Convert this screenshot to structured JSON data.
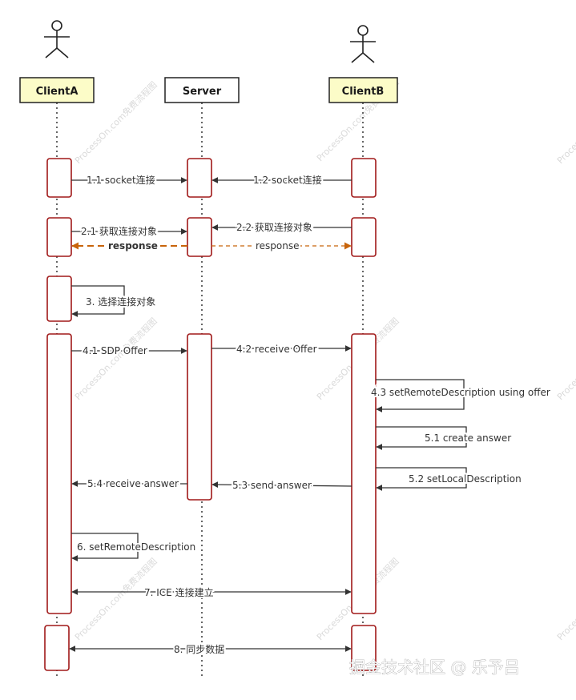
{
  "actors": {
    "a": {
      "label": "ClientA"
    },
    "s": {
      "label": "Server"
    },
    "b": {
      "label": "ClientB"
    }
  },
  "messages": {
    "m1_1": "1.1 socket连接",
    "m1_2": "1.2 socket连接",
    "m2_1": "2.1 获取连接对象",
    "m2_2": "2.2 获取连接对象",
    "resp_a": "response",
    "resp_b": "response",
    "m3": "3. 选择连接对象",
    "m4_1": "4.1 SDP Offer",
    "m4_2": "4.2 receive Offer",
    "m4_3": "4.3 setRemoteDescription using offer",
    "m5_1": "5.1 create answer",
    "m5_2": "5.2 setLocalDescription",
    "m5_3": "5.3 send answer",
    "m5_4": "5.4 receive answer",
    "m6": "6. setRemoteDescription",
    "m7": "7. ICE 连接建立",
    "m8": "8. 同步数据"
  },
  "watermark": "ProcessOn.com免费流程图",
  "credit": "掘金技术社区 @ 乐予吕",
  "colors": {
    "activation_border": "#a01818",
    "actor_fill": "#fcfcc8",
    "response_arrow": "#c8640a",
    "line": "#333333"
  }
}
